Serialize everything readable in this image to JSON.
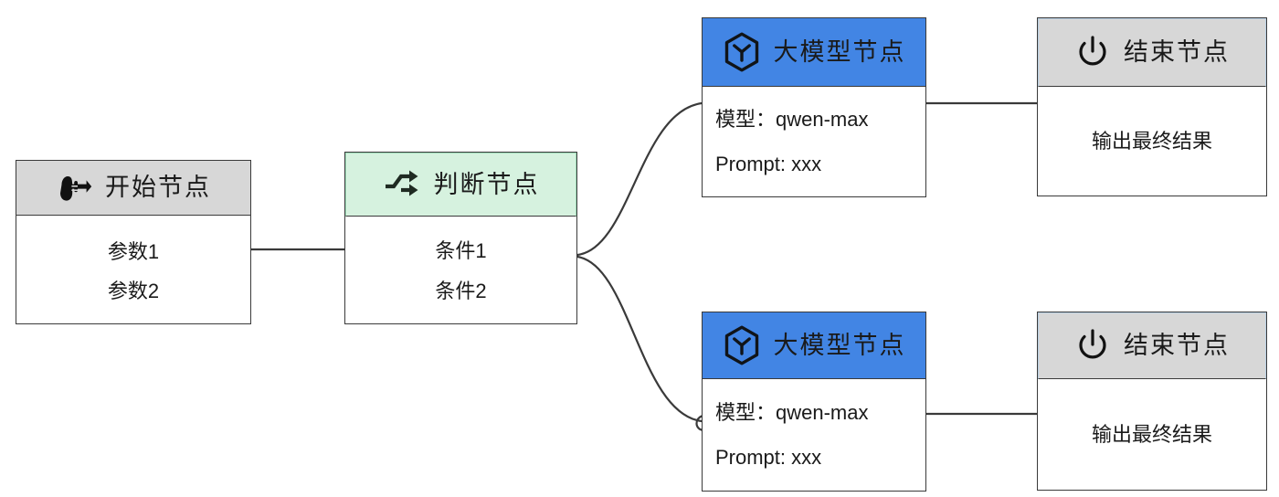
{
  "diagram": {
    "title": "LLM workflow branching diagram",
    "background": "#ffffff",
    "edge_color": "#3a3a3a"
  },
  "colors": {
    "start_header": "#d7d7d7",
    "decision_header": "#d6f2df",
    "llm_header": "#4285e4",
    "end_header": "#d7d7d7",
    "end_header_border": "#b9cfe2",
    "node_border": "#3a3a3a",
    "node_body": "#ffffff"
  },
  "nodes": {
    "start": {
      "title": "开始节点",
      "icon": "pointing-hand-right-icon",
      "header_color": "#d7d7d7",
      "lines": [
        "参数1",
        "参数2"
      ]
    },
    "decision": {
      "title": "判断节点",
      "icon": "branch-split-arrows-icon",
      "header_color": "#d6f2df",
      "lines": [
        "条件1",
        "条件2"
      ]
    },
    "llm_top": {
      "title": "大模型节点",
      "icon": "hexagon-model-icon",
      "header_color": "#4285e4",
      "lines": [
        "模型：qwen-max",
        "Prompt: xxx"
      ]
    },
    "end_top": {
      "title": "结束节点",
      "icon": "power-icon",
      "header_color": "#d7d7d7",
      "lines": [
        "输出最终结果"
      ]
    },
    "llm_bottom": {
      "title": "大模型节点",
      "icon": "hexagon-model-icon",
      "header_color": "#4285e4",
      "lines": [
        "模型：qwen-max",
        "Prompt: xxx"
      ]
    },
    "end_bottom": {
      "title": "结束节点",
      "icon": "power-icon",
      "header_color": "#d7d7d7",
      "lines": [
        "输出最终结果"
      ]
    }
  },
  "edges": [
    {
      "id": "start-to-decision",
      "from": "start",
      "to": "decision",
      "style": "straight"
    },
    {
      "id": "decision-to-llm-top",
      "from": "decision",
      "to": "llm_top",
      "style": "curve"
    },
    {
      "id": "decision-to-llm-bottom",
      "from": "decision",
      "to": "llm_bottom",
      "style": "curve"
    },
    {
      "id": "llm-top-to-end-top",
      "from": "llm_top",
      "to": "end_top",
      "style": "straight"
    },
    {
      "id": "llm-bottom-to-end-bottom",
      "from": "llm_bottom",
      "to": "end_bottom",
      "style": "straight"
    }
  ]
}
